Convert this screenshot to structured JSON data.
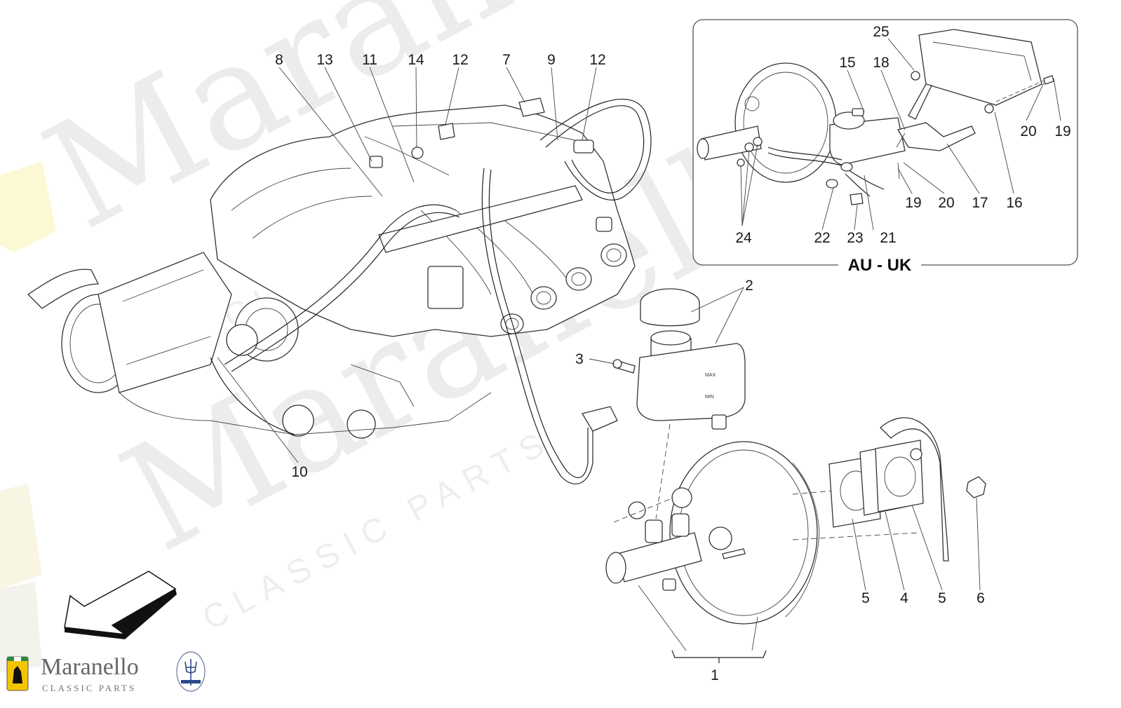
{
  "diagram": {
    "inset": {
      "title": "AU - UK"
    },
    "callouts": {
      "c1": "1",
      "c2": "2",
      "c3": "3",
      "c4": "4",
      "c5a": "5",
      "c5b": "5",
      "c6": "6",
      "c7": "7",
      "c8": "8",
      "c9": "9",
      "c10": "10",
      "c11": "11",
      "c12a": "12",
      "c12b": "12",
      "c13": "13",
      "c14": "14",
      "c15": "15",
      "c16": "16",
      "c17": "17",
      "c18": "18",
      "c19a": "19",
      "c19b": "19",
      "c20a": "20",
      "c20b": "20",
      "c21": "21",
      "c22": "22",
      "c23": "23",
      "c24": "24",
      "c25": "25"
    },
    "reservoir_labels": {
      "max": "MAX",
      "min": "MIN"
    }
  },
  "watermark": {
    "big": "Maranello",
    "small": "CLASSIC PARTS"
  },
  "branding": {
    "name": "Maranello",
    "tagline": "CLASSIC PARTS",
    "ferrari_badge_icon": "ferrari-badge-icon",
    "maserati_trident_icon": "maserati-trident-icon"
  }
}
